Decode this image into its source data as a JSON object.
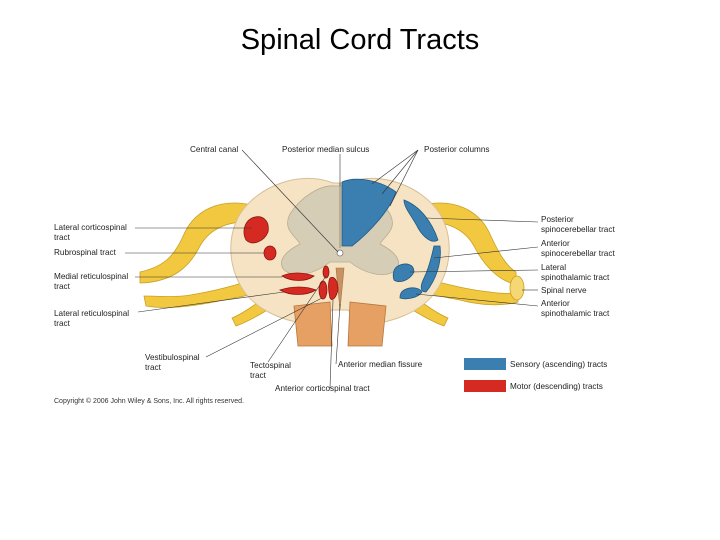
{
  "slide": {
    "title": "Spinal Cord Tracts"
  },
  "figure": {
    "labels": {
      "central_canal": "Central canal",
      "posterior_median_sulcus": "Posterior median sulcus",
      "posterior_columns": "Posterior columns",
      "lateral_corticospinal": [
        "Lateral corticospinal",
        "tract"
      ],
      "rubrospinal": "Rubrospinal tract",
      "medial_reticulospinal": [
        "Medial reticulospinal",
        "tract"
      ],
      "lateral_reticulospinal": [
        "Lateral reticulospinal",
        "tract"
      ],
      "vestibulospinal": [
        "Vestibulospinal",
        "tract"
      ],
      "tectospinal": [
        "Tectospinal",
        "tract"
      ],
      "anterior_median_fissure": "Anterior median fissure",
      "anterior_corticospinal": "Anterior corticospinal tract",
      "posterior_spinocerebellar": [
        "Posterior",
        "spinocerebellar tract"
      ],
      "anterior_spinocerebellar": [
        "Anterior",
        "spinocerebellar tract"
      ],
      "lateral_spinothalamic": [
        "Lateral",
        "spinothalamic tract"
      ],
      "spinal_nerve": "Spinal nerve",
      "anterior_spinothalamic": [
        "Anterior",
        "spinothalamic tract"
      ]
    },
    "legend": [
      {
        "label": "Sensory (ascending) tracts",
        "color": "#3a7fb0"
      },
      {
        "label": "Motor (descending) tracts",
        "color": "#d42a22"
      }
    ],
    "copyright": "Copyright © 2006 John Wiley & Sons, Inc. All rights reserved.",
    "colors": {
      "white_matter": "#f5e3c3",
      "gray_matter": "#d6cdb6",
      "nerve": "#f2c840",
      "root": "#e7a064",
      "sensory": "#3a7fb0",
      "motor": "#d42a22"
    }
  }
}
